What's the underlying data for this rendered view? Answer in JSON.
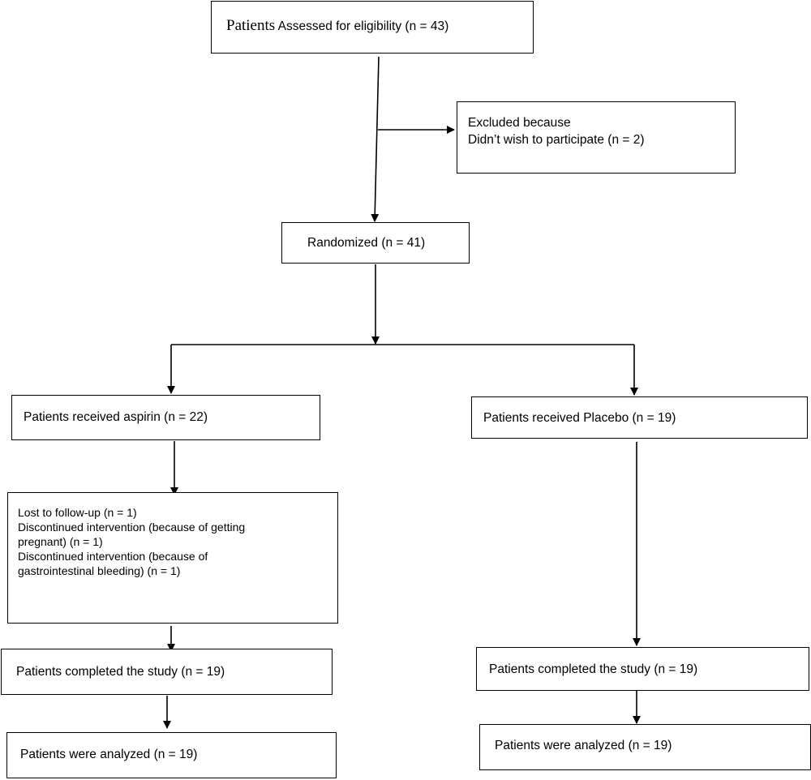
{
  "colors": {
    "stroke": "#000000",
    "background": "#ffffff"
  },
  "nodes": {
    "assessed": {
      "word_serif": "Patients",
      "rest": " Assessed for eligibility (n = 43)"
    },
    "excluded": {
      "line1": "Excluded because",
      "line2": " Didn’t wish to participate (n = 2)"
    },
    "randomized": {
      "label": "Randomized (n = 41)"
    },
    "aspirin": {
      "label": "Patients received aspirin (n = 22)"
    },
    "placebo": {
      "label": "Patients received Placebo (n = 19)"
    },
    "losses": {
      "lines": [
        "Lost to follow-up (n = 1)",
        "Discontinued intervention (because of getting",
        "pregnant) (n = 1)",
        "Discontinued intervention (because of",
        "gastrointestinal bleeding) (n = 1)"
      ]
    },
    "completed_left": {
      "label": "Patients completed the study (n = 19)"
    },
    "completed_right": {
      "label": "Patients completed the study (n = 19)"
    },
    "analyzed_left": {
      "label": "Patients were analyzed (n = 19)"
    },
    "analyzed_right": {
      "label": "Patients were analyzed (n = 19)"
    }
  }
}
